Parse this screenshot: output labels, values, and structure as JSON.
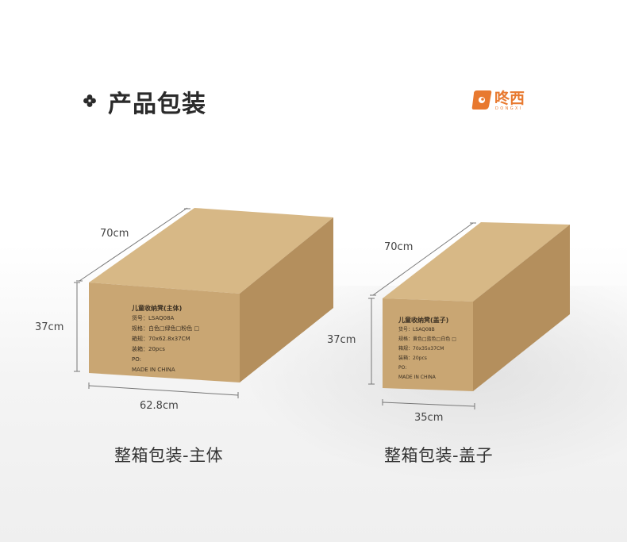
{
  "header": {
    "title": "产品包装",
    "brand_name": "咚西",
    "brand_sub": "DONGXI",
    "accent_color": "#e8792f"
  },
  "box_main": {
    "length": "70cm",
    "height": "37cm",
    "width": "62.8cm",
    "caption": "整箱包装-主体",
    "print": {
      "name": "儿童收纳凳(主体)",
      "item_no": "货号：LSAQ08A",
      "spec": "规格：白色□绿色□粉色 □",
      "size": "箱规：70x62.8x37CM",
      "qty": "装箱：20pcs",
      "po": "PO:",
      "origin": "MADE IN CHINA"
    }
  },
  "box_lid": {
    "length": "70cm",
    "height": "37cm",
    "width": "35cm",
    "caption": "整箱包装-盖子",
    "print": {
      "name": "儿童收纳凳(盖子)",
      "item_no": "货号：LSAQ08B",
      "spec": "规格：黄色□蓝色□白色 □",
      "size": "箱规：70x35x37CM",
      "qty": "装箱：20pcs",
      "po": "PO:",
      "origin": "MADE IN CHINA"
    }
  },
  "colors": {
    "box_front": "#c9a673",
    "box_top": "#d7b886",
    "box_side": "#b48f5d"
  }
}
